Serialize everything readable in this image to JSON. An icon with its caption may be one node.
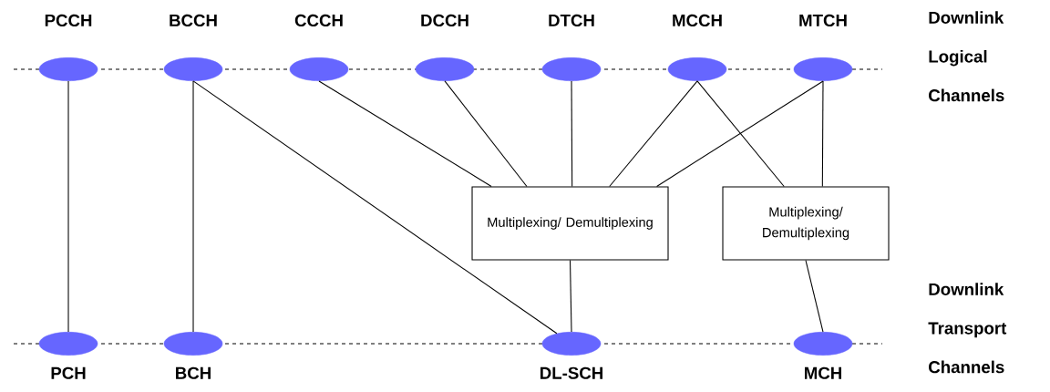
{
  "diagram": {
    "nodes": [
      {
        "text": [
          "PCCH"
        ]
      },
      {
        "text": [
          "BCCH"
        ]
      },
      {
        "text": [
          "CCCH"
        ]
      },
      {
        "text": [
          "DCCH"
        ]
      },
      {
        "text": [
          "DTCH"
        ]
      },
      {
        "text": [
          "MCCH"
        ]
      },
      {
        "text": [
          "MTCH"
        ]
      },
      {
        "text": [
          "Multiplexing/ Demultiplexing"
        ]
      },
      {
        "text": [
          "Multiplexing/ Demultiplexing"
        ]
      },
      {
        "text": [
          "PCH"
        ]
      },
      {
        "text": [
          "BCH"
        ]
      },
      {
        "text": [
          "DL-SCH"
        ]
      },
      {
        "text": [
          "MCH"
        ]
      }
    ],
    "edges": [
      {
        "from": 0,
        "to": 9,
        "arrow": "none"
      },
      {
        "from": 1,
        "to": 10,
        "arrow": "none"
      },
      {
        "from": 1,
        "to": 11,
        "arrow": "none"
      },
      {
        "from": 2,
        "to": 7,
        "arrow": "none"
      },
      {
        "from": 3,
        "to": 7,
        "arrow": "none"
      },
      {
        "from": 4,
        "to": 7,
        "arrow": "none"
      },
      {
        "from": 5,
        "to": 7,
        "arrow": "none"
      },
      {
        "from": 6,
        "to": 7,
        "arrow": "none"
      },
      {
        "from": 5,
        "to": 8,
        "arrow": "none"
      },
      {
        "from": 6,
        "to": 8,
        "arrow": "none"
      },
      {
        "from": 7,
        "to": 11,
        "arrow": "none"
      },
      {
        "from": 8,
        "to": 12,
        "arrow": "none"
      }
    ],
    "labels": [
      "Downlink Logical Channels",
      "Downlink Transport Channels"
    ]
  }
}
